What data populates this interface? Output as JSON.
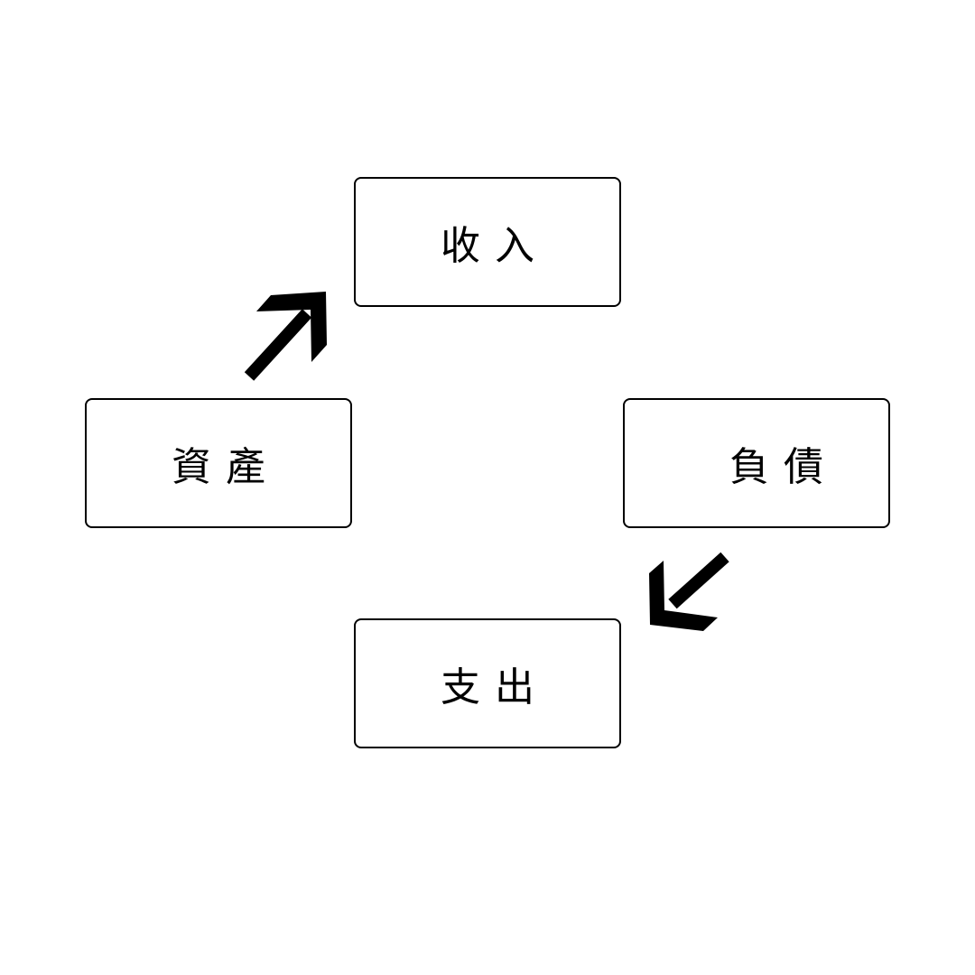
{
  "diagram": {
    "nodes": {
      "income": "收入",
      "assets": "資產",
      "liabilities": "負債",
      "expenses": "支出"
    },
    "edges": [
      {
        "from": "assets",
        "to": "income"
      },
      {
        "from": "liabilities",
        "to": "expenses"
      }
    ],
    "colors": {
      "stroke": "#000000",
      "background": "#ffffff"
    }
  }
}
